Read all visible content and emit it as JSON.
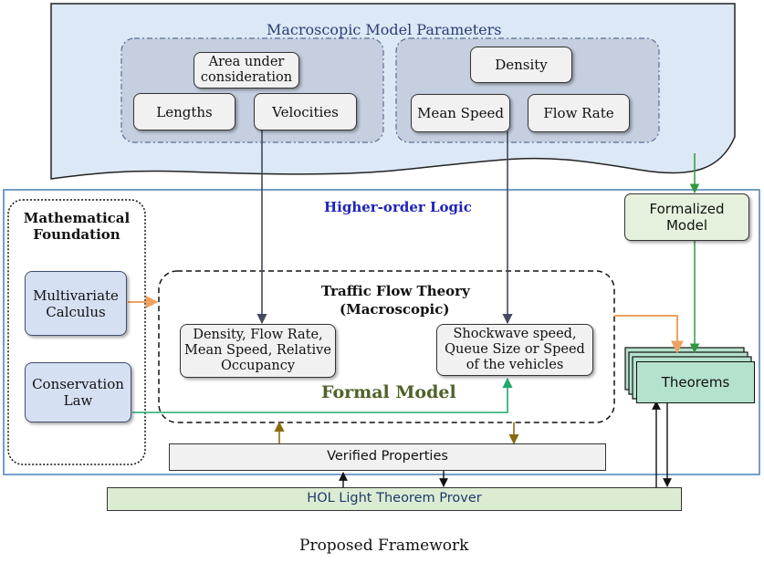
{
  "macro": {
    "title": "Macroscopic Model Parameters",
    "area": "Area under consideration",
    "lengths": "Lengths",
    "velocities": "Velocities",
    "density": "Density",
    "mean_speed": "Mean Speed",
    "flow_rate": "Flow Rate"
  },
  "hol": {
    "title": "Higher-order Logic"
  },
  "math": {
    "title": "Mathematical Foundation",
    "multivariate": "Multivariate Calculus",
    "conservation": "Conservation Law"
  },
  "traffic": {
    "title_line1": "Traffic Flow Theory",
    "title_line2": "(Macroscopic)",
    "box_left": "Density, Flow Rate, Mean Speed, Relative Occupancy",
    "box_right": "Shockwave speed, Queue Size or Speed of the vehicles",
    "formal_model": "Formal Model"
  },
  "formalized": "Formalized Model",
  "theorems": "Theorems",
  "verified": "Verified Properties",
  "prover": "HOL Light Theorem Prover",
  "caption": "Proposed Framework",
  "colors": {
    "panel_blue": "#dce8f6",
    "grey_box": "#f1f1f1",
    "blue_box": "#d6e0f3",
    "green_box": "#e5f1dc",
    "theorem_green": "#b5e2cc",
    "prover_green": "#dcecd2",
    "orange_arrow": "#f0a060",
    "green_arrow": "#2e9a3e",
    "teal_arrow": "#20a86a",
    "brown_arrow": "#8a6a10",
    "navy_arrow": "#444a5c"
  }
}
